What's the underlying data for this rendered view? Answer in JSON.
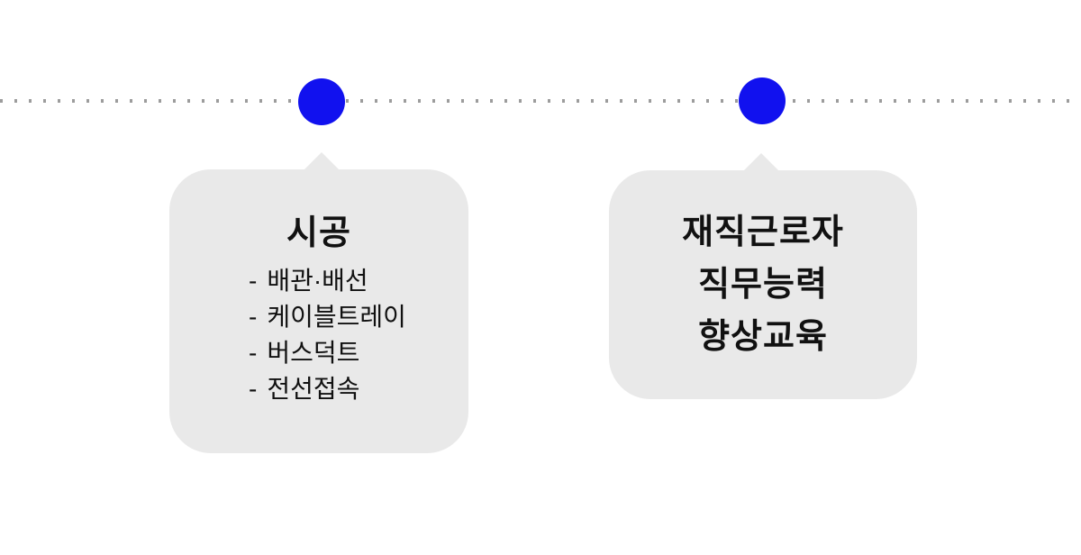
{
  "colors": {
    "page-bg": "#ffffff",
    "bubble-bg": "#e9e9e9",
    "node-blue": "#1111ef",
    "dotted-gray": "#9c9c9c",
    "text-dark": "#111111"
  },
  "cards": [
    {
      "title": "시공",
      "bullet": "-",
      "items": [
        "배관·배선",
        "케이블트레이",
        "버스덕트",
        "전선접속"
      ]
    },
    {
      "lines": [
        "재직근로자",
        "직무능력",
        "향상교육"
      ]
    }
  ]
}
